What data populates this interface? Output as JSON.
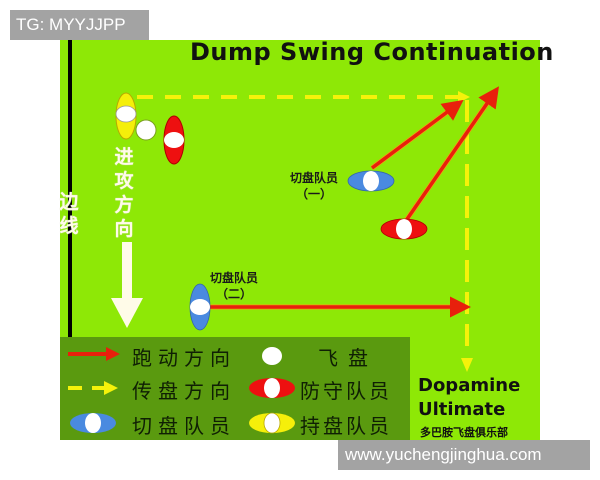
{
  "watermarks": {
    "top": "TG: MYYJJPP",
    "bottom": "www.yuchengjinghua.com"
  },
  "diagram": {
    "title": "Dump Swing Continuation",
    "sideline_label": "边线",
    "attack_direction_label": "进攻方向",
    "cutter_one_label": "切盘队员",
    "cutter_one_number": "（一）",
    "cutter_two_label": "切盘队员",
    "cutter_two_number": "（二）",
    "colors": {
      "field": "#8ee806",
      "legend_bg": "#5a9a0f",
      "run_arrow": "#e8200c",
      "pass_arrow": "#f5f20a",
      "defender": "#ee1010",
      "cutter": "#4a8ae0",
      "handler": "#f5ef0a",
      "disc": "#ffffff"
    },
    "icons": [
      "sideline",
      "attack-direction-arrow",
      "handler-marker",
      "disc-marker",
      "defender-marker",
      "cutter-marker",
      "run-arrow",
      "pass-arrow"
    ]
  },
  "legend": {
    "items": [
      {
        "icon": "run-arrow",
        "label": "跑动方向"
      },
      {
        "icon": "disc",
        "label": "飞盘"
      },
      {
        "icon": "pass-arrow",
        "label": "传盘方向"
      },
      {
        "icon": "defender",
        "label": "防守队员"
      },
      {
        "icon": "cutter",
        "label": "切盘队员"
      },
      {
        "icon": "handler",
        "label": "持盘队员"
      }
    ]
  },
  "brand": {
    "line1": "Dopamine",
    "line2": "Ultimate",
    "chinese": "多巴胺飞盘俱乐部"
  }
}
